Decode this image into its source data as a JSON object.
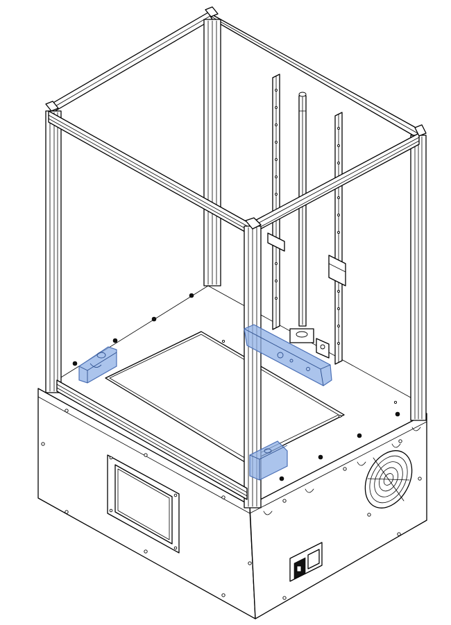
{
  "figure": {
    "kind": "isometric line drawing",
    "subject_parts": [
      "aluminum-extrusion-frame",
      "base-enclosure",
      "build-plate",
      "z-axis-lead-screw",
      "linear-rails",
      "display-screen",
      "cooling-fan",
      "power-connector"
    ],
    "highlighted_parts": [
      "left-bracket",
      "center-arm",
      "front-bracket"
    ]
  },
  "colors": {
    "highlight_fill": "#8fb0e6",
    "highlight_stroke": "#4a6fb5",
    "line": "#000000",
    "background": "#ffffff"
  }
}
